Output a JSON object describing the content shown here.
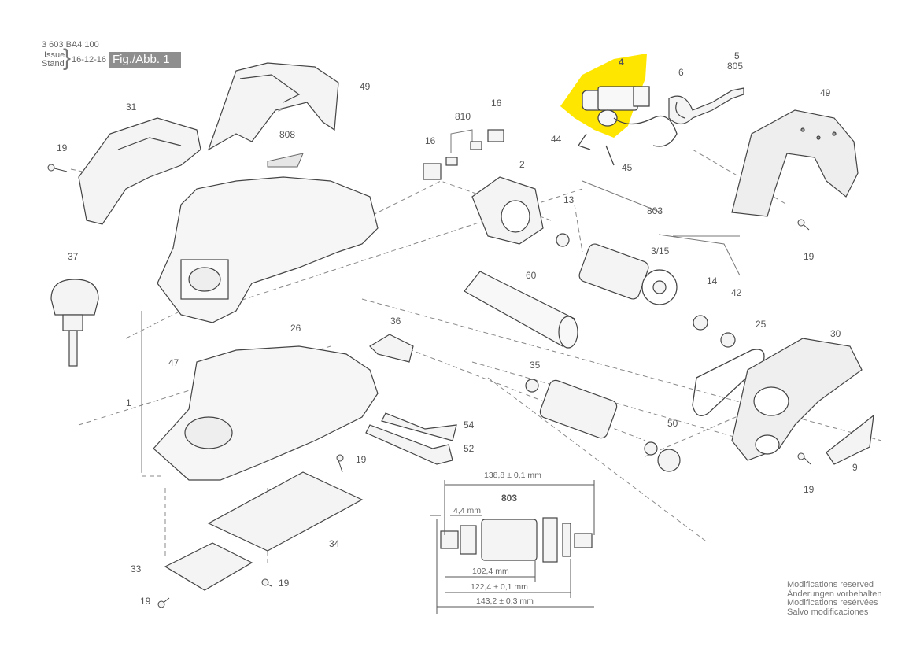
{
  "header": {
    "doc_number": "3 603 BA4 100",
    "issue_label": "Issue",
    "stand_label": "Stand",
    "date": "16-12-16",
    "figure": "Fig./Abb. 1"
  },
  "notes": {
    "line1": "Modifications reserved",
    "line2": "Änderungen vorbehalten",
    "line3": "Modifications resérvées",
    "line4": "Salvo modificaciones"
  },
  "parts": {
    "p4": "4",
    "p5": "5",
    "p805": "805",
    "p6": "6",
    "p44": "44",
    "p45": "45",
    "p49a": "49",
    "p49b": "49",
    "p31": "31",
    "p19a": "19",
    "p808": "808",
    "p16a": "16",
    "p810": "810",
    "p16b": "16",
    "p2": "2",
    "p13": "13",
    "p803a": "803",
    "p315": "3/15",
    "p14": "14",
    "p42": "42",
    "p19b": "19",
    "p37": "37",
    "p26": "26",
    "p60": "60",
    "p25": "25",
    "p30": "30",
    "p36": "36",
    "p47": "47",
    "p35": "35",
    "p1": "1",
    "p54": "54",
    "p52": "52",
    "p19c": "19",
    "p50": "50",
    "p9": "9",
    "p19d": "19",
    "p34": "34",
    "p33": "33",
    "p19e": "19",
    "p19f": "19",
    "p803b": "803"
  },
  "dimensions": {
    "d1": "138,8 ± 0,1 mm",
    "d2": "4,4 mm",
    "d3": "102,4 mm",
    "d4": "122,4 ± 0,1 mm",
    "d5": "143,2 ± 0,3 mm"
  },
  "colors": {
    "highlight": "#ffe600",
    "line": "#777777",
    "part_fill": "#f4f4f4"
  }
}
